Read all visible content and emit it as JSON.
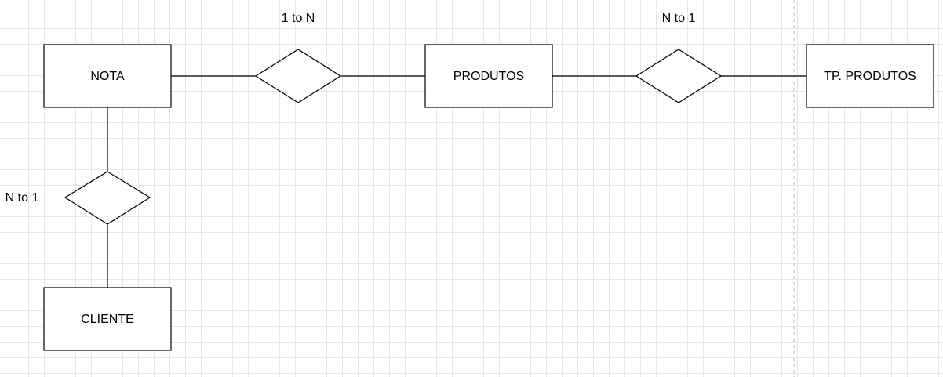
{
  "colors": {
    "stroke": "#000000",
    "fill": "#ffffff",
    "grid": "#e6e6e6",
    "page_break": "#bdbdbd"
  },
  "entities": {
    "nota": "NOTA",
    "produtos": "PRODUTOS",
    "tp_produtos": "TP. PRODUTOS",
    "cliente": "CLIENTE"
  },
  "relationships": {
    "nota_produtos": "1 to N",
    "produtos_tp_produtos": "N to 1",
    "nota_cliente": "N to 1"
  }
}
